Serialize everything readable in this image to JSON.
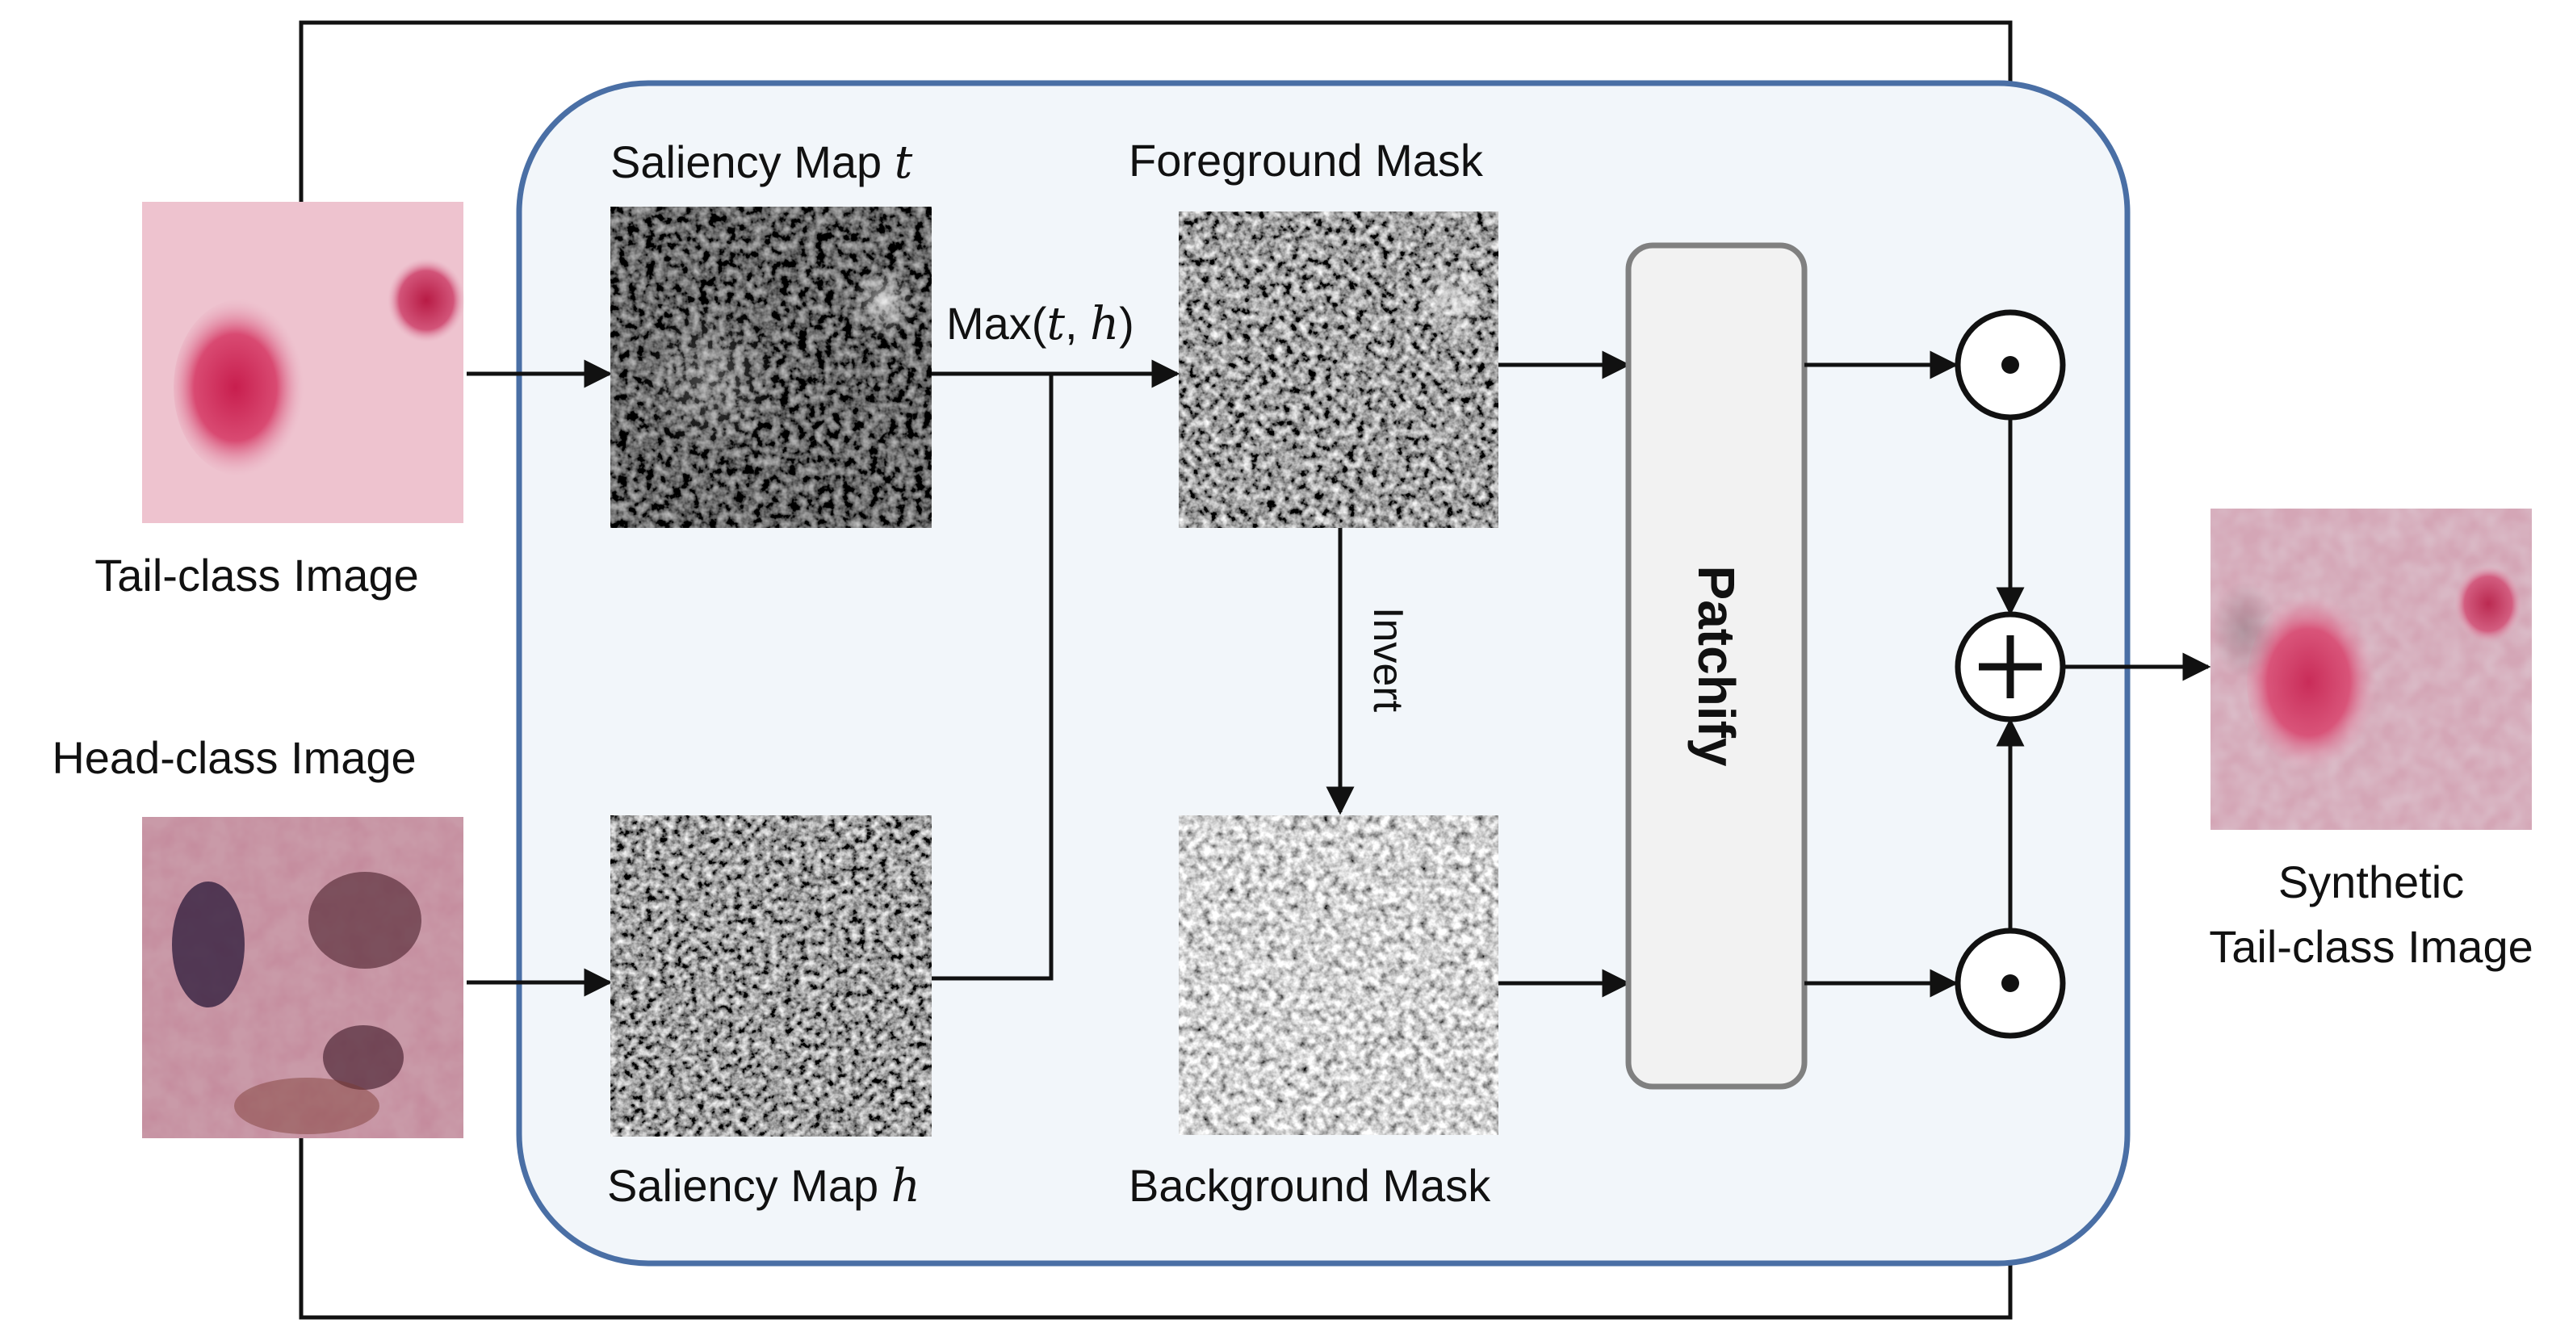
{
  "colors": {
    "module_border": "#4a6fa5",
    "module_fill": "#f2f6fa",
    "line": "#111111",
    "patchify_fill": "#f2f2f2",
    "patchify_border": "#808080"
  },
  "images": {
    "tail": {
      "label": "Tail-class Image",
      "icon": "tail-class-skin-image"
    },
    "head": {
      "label": "Head-class Image",
      "icon": "head-class-skin-image"
    },
    "synthetic": {
      "label_line1": "Synthetic",
      "label_line2": "Tail-class Image",
      "icon": "synthetic-skin-image"
    }
  },
  "maps": {
    "saliency_t": {
      "label": "Saliency Map",
      "var": "t"
    },
    "saliency_h": {
      "label": "Saliency Map",
      "var": "h"
    },
    "foreground": {
      "label": "Foreground Mask"
    },
    "background": {
      "label": "Background Mask"
    }
  },
  "ops": {
    "max": {
      "prefix": "Max(",
      "a": "t",
      "sep": ", ",
      "b": "h",
      "suffix": ")"
    },
    "invert": "Invert",
    "patchify": "Patchify",
    "multiply_symbol": "⊙",
    "add_symbol": "⊕"
  }
}
